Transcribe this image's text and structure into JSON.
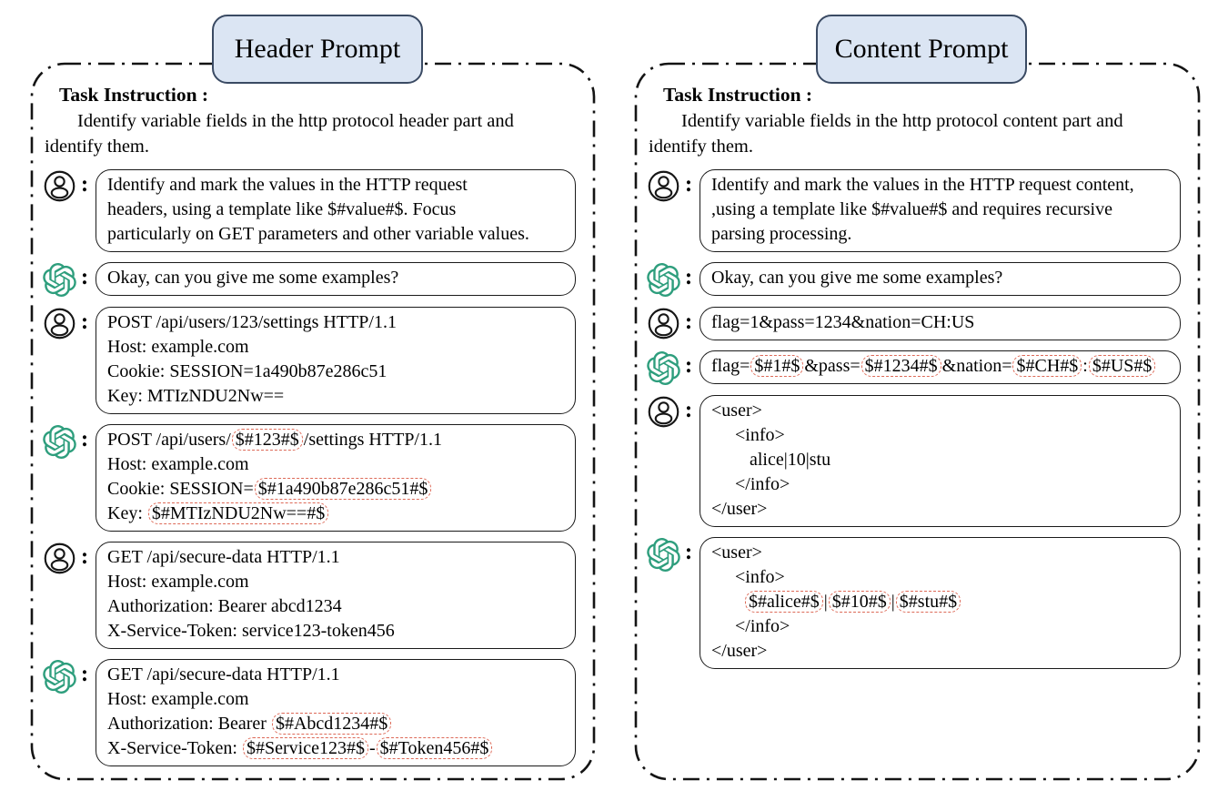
{
  "figure": {
    "colors": {
      "panel_border": "#141414",
      "bubble_border": "#1a1a1a",
      "title_fill": "#dbe5f3",
      "title_border": "#3a4a63",
      "mark_red": "#dd6a58",
      "gpt_green": "#2e9e7d"
    },
    "icons": {
      "user": "user-avatar-icon",
      "assistant": "openai-logo-icon"
    }
  },
  "panels": [
    {
      "title": "Header Prompt",
      "task_heading": "Task Instruction :",
      "task_lines": [
        "Identify variable fields in the http protocol header part and",
        "identify them."
      ],
      "messages": [
        {
          "speaker": "user",
          "lines": [
            {
              "segments": [
                {
                  "text": "Identify and mark the values in the HTTP request"
                }
              ]
            },
            {
              "segments": [
                {
                  "text": "headers, using a template like $#value#$. Focus"
                }
              ]
            },
            {
              "segments": [
                {
                  "text": "particularly on GET parameters and other variable values."
                }
              ]
            }
          ]
        },
        {
          "speaker": "assistant",
          "lines": [
            {
              "segments": [
                {
                  "text": "Okay, can you give me some examples?"
                }
              ]
            }
          ]
        },
        {
          "speaker": "user",
          "lines": [
            {
              "segments": [
                {
                  "text": "POST /api/users/123/settings HTTP/1.1"
                }
              ]
            },
            {
              "segments": [
                {
                  "text": "Host: example.com"
                }
              ]
            },
            {
              "segments": [
                {
                  "text": "Cookie: SESSION=1a490b87e286c51"
                }
              ]
            },
            {
              "segments": [
                {
                  "text": "Key: MTIzNDU2Nw=="
                }
              ]
            }
          ]
        },
        {
          "speaker": "assistant",
          "lines": [
            {
              "segments": [
                {
                  "text": "POST /api/users/"
                },
                {
                  "text": "$#123#$",
                  "marked": true
                },
                {
                  "text": "/settings HTTP/1.1"
                }
              ]
            },
            {
              "segments": [
                {
                  "text": "Host: example.com"
                }
              ]
            },
            {
              "segments": [
                {
                  "text": "Cookie: SESSION="
                },
                {
                  "text": "$#1a490b87e286c51#$",
                  "marked": true
                }
              ]
            },
            {
              "segments": [
                {
                  "text": "Key: "
                },
                {
                  "text": "$#MTIzNDU2Nw==#$",
                  "marked": true
                }
              ]
            }
          ]
        },
        {
          "speaker": "user",
          "lines": [
            {
              "segments": [
                {
                  "text": "GET /api/secure-data HTTP/1.1"
                }
              ]
            },
            {
              "segments": [
                {
                  "text": "Host: example.com"
                }
              ]
            },
            {
              "segments": [
                {
                  "text": "Authorization: Bearer abcd1234"
                }
              ]
            },
            {
              "segments": [
                {
                  "text": "X-Service-Token: service123-token456"
                }
              ]
            }
          ]
        },
        {
          "speaker": "assistant",
          "lines": [
            {
              "segments": [
                {
                  "text": "GET /api/secure-data HTTP/1.1"
                }
              ]
            },
            {
              "segments": [
                {
                  "text": "Host: example.com"
                }
              ]
            },
            {
              "segments": [
                {
                  "text": "Authorization: Bearer "
                },
                {
                  "text": "$#Abcd1234#$",
                  "marked": true
                }
              ]
            },
            {
              "segments": [
                {
                  "text": "X-Service-Token: "
                },
                {
                  "text": "$#Service123#$",
                  "marked": true
                },
                {
                  "text": "-"
                },
                {
                  "text": "$#Token456#$",
                  "marked": true
                }
              ]
            }
          ]
        }
      ]
    },
    {
      "title": "Content Prompt",
      "task_heading": "Task Instruction :",
      "task_lines": [
        "Identify variable fields in the http protocol content part and",
        "identify them."
      ],
      "messages": [
        {
          "speaker": "user",
          "lines": [
            {
              "segments": [
                {
                  "text": "Identify and mark the values in the HTTP request content,"
                }
              ]
            },
            {
              "segments": [
                {
                  "text": ",using a template like $#value#$ and requires recursive"
                }
              ]
            },
            {
              "segments": [
                {
                  "text": "parsing processing."
                }
              ]
            }
          ]
        },
        {
          "speaker": "assistant",
          "lines": [
            {
              "segments": [
                {
                  "text": "Okay, can you give me some examples?"
                }
              ]
            }
          ]
        },
        {
          "speaker": "user",
          "lines": [
            {
              "segments": [
                {
                  "text": "flag=1&pass=1234&nation=CH:US"
                }
              ]
            }
          ]
        },
        {
          "speaker": "assistant",
          "lines": [
            {
              "segments": [
                {
                  "text": "flag="
                },
                {
                  "text": "$#1#$",
                  "marked": true
                },
                {
                  "text": "&pass="
                },
                {
                  "text": "$#1234#$",
                  "marked": true
                },
                {
                  "text": "&nation="
                },
                {
                  "text": "$#CH#$",
                  "marked": true
                },
                {
                  "text": ":"
                },
                {
                  "text": "$#US#$",
                  "marked": true
                }
              ]
            }
          ]
        },
        {
          "speaker": "user",
          "lines": [
            {
              "indent": 0,
              "segments": [
                {
                  "text": "<user>"
                }
              ]
            },
            {
              "indent": 26,
              "segments": [
                {
                  "text": "<info>"
                }
              ]
            },
            {
              "indent": 42,
              "segments": [
                {
                  "text": "alice|10|stu"
                }
              ]
            },
            {
              "indent": 26,
              "segments": [
                {
                  "text": "</info>"
                }
              ]
            },
            {
              "indent": 0,
              "segments": [
                {
                  "text": "</user>"
                }
              ]
            }
          ]
        },
        {
          "speaker": "assistant",
          "lines": [
            {
              "indent": 0,
              "segments": [
                {
                  "text": "<user>"
                }
              ]
            },
            {
              "indent": 26,
              "segments": [
                {
                  "text": "<info>"
                }
              ]
            },
            {
              "indent": 36,
              "segments": [
                {
                  "text": "$#alice#$",
                  "marked": true
                },
                {
                  "text": "|"
                },
                {
                  "text": "$#10#$",
                  "marked": true
                },
                {
                  "text": "|"
                },
                {
                  "text": "$#stu#$",
                  "marked": true
                }
              ]
            },
            {
              "indent": 26,
              "segments": [
                {
                  "text": "</info>"
                }
              ]
            },
            {
              "indent": 0,
              "segments": [
                {
                  "text": "</user>"
                }
              ]
            }
          ]
        }
      ]
    }
  ]
}
